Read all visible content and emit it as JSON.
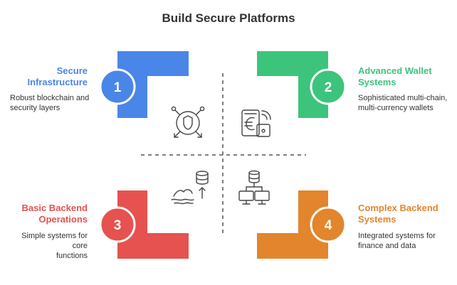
{
  "title": "Build Secure Platforms",
  "colors": {
    "q1": "#4a86e8",
    "q2": "#3cc47c",
    "q3": "#e5524f",
    "q4": "#e2852d",
    "icon": "#444444",
    "divider": "#555555"
  },
  "quadrants": [
    {
      "number": "1",
      "title": [
        "Secure",
        "Infrastructure"
      ],
      "description": [
        "Robust blockchain and",
        "security layers"
      ],
      "icon": "shield-network-icon"
    },
    {
      "number": "2",
      "title": [
        "Advanced Wallet",
        "Systems"
      ],
      "description": [
        "Sophisticated multi-chain,",
        "multi-currency wallets"
      ],
      "icon": "euro-wallet-nfc-icon"
    },
    {
      "number": "3",
      "title": [
        "Basic Backend",
        "Operations"
      ],
      "description": [
        "Simple systems for core",
        "functions"
      ],
      "icon": "database-upload-icon"
    },
    {
      "number": "4",
      "title": [
        "Complex Backend",
        "Systems"
      ],
      "description": [
        "Integrated systems for",
        "finance and data"
      ],
      "icon": "database-network-icon"
    }
  ]
}
